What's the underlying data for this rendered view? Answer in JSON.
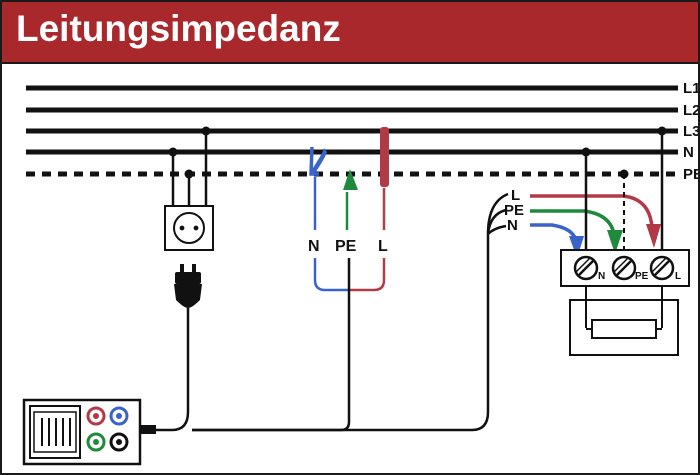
{
  "title": "Leitungsimpedanz",
  "colors": {
    "header": "#a8282b",
    "line_black": "#111111",
    "probe_blue": "#3a63c9",
    "probe_green": "#1f8a3b",
    "probe_red": "#b23a46"
  },
  "bus_labels": {
    "l1": "L1",
    "l2": "L2",
    "l3": "L3",
    "n": "N",
    "pe": "PE"
  },
  "probe_labels": {
    "n": "N",
    "pe": "PE",
    "l": "L"
  },
  "lead_labels": {
    "l": "L",
    "pe": "PE",
    "n": "N"
  },
  "terminal_labels": {
    "n": "N",
    "pe": "PE",
    "l": "L"
  },
  "icons": [
    "socket-icon",
    "plug-icon",
    "tester-icon",
    "crocodile-clip-icon",
    "terminal-screw-icon",
    "resistor-icon"
  ]
}
